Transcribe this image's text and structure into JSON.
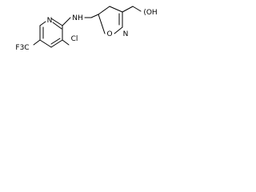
{
  "molecule": {
    "atom_labels": {
      "oh": "(OH",
      "cl": "Cl",
      "f3c": "F3C",
      "n_ring": "N",
      "nh": "NH",
      "o_ring": "O",
      "n_isox": "N"
    }
  }
}
